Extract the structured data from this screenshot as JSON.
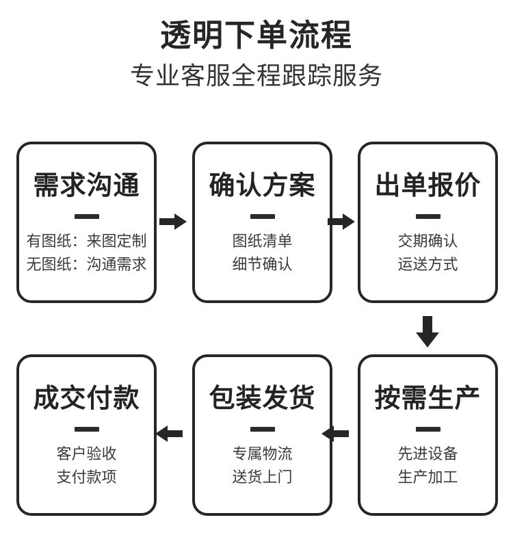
{
  "header": {
    "title": "透明下单流程",
    "subtitle": "专业客服全程跟踪服务"
  },
  "flow": {
    "steps": [
      {
        "id": "step-1",
        "title": "需求沟通",
        "lines": [
          "有图纸：来图定制",
          "无图纸：沟通需求"
        ]
      },
      {
        "id": "step-2",
        "title": "确认方案",
        "lines": [
          "图纸清单",
          "细节确认"
        ]
      },
      {
        "id": "step-3",
        "title": "出单报价",
        "lines": [
          "交期确认",
          "运送方式"
        ]
      },
      {
        "id": "step-4",
        "title": "按需生产",
        "lines": [
          "先进设备",
          "生产加工"
        ]
      },
      {
        "id": "step-5",
        "title": "包装发货",
        "lines": [
          "专属物流",
          "送货上门"
        ]
      },
      {
        "id": "step-6",
        "title": "成交付款",
        "lines": [
          "客户验收",
          "支付款项"
        ]
      }
    ],
    "connectors": [
      {
        "id": "connector-1-2",
        "direction": "right"
      },
      {
        "id": "connector-2-3",
        "direction": "right"
      },
      {
        "id": "connector-3-4",
        "direction": "down"
      },
      {
        "id": "connector-4-5",
        "direction": "left"
      },
      {
        "id": "connector-5-6",
        "direction": "left"
      }
    ]
  },
  "colors": {
    "background": "#ffffff",
    "outline": "#262626",
    "title_text": "#232323",
    "body_text": "#3a3a3a",
    "arrow": "#262626"
  }
}
